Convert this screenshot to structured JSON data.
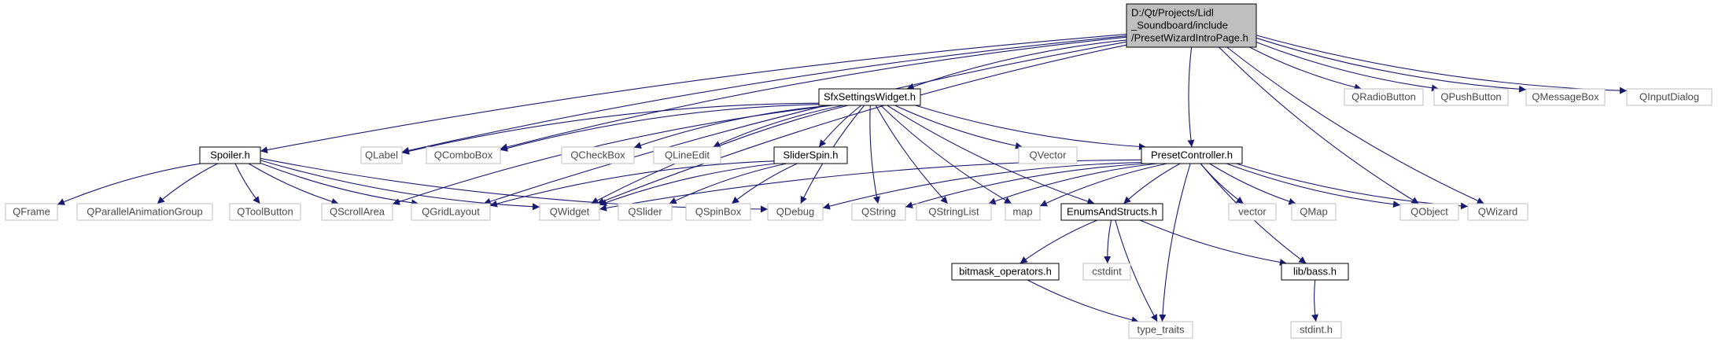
{
  "graph": {
    "nodes": [
      {
        "id": "root",
        "lines": [
          "D:/Qt/Projects/Lidl",
          "_Soundboard/include",
          "/PresetWizardIntroPage.h"
        ],
        "style": "root"
      },
      {
        "id": "spoiler",
        "lines": [
          "Spoiler.h"
        ],
        "style": "local"
      },
      {
        "id": "sfx",
        "lines": [
          "SfxSettingsWidget.h"
        ],
        "style": "local"
      },
      {
        "id": "preset",
        "lines": [
          "PresetController.h"
        ],
        "style": "local"
      },
      {
        "id": "sliderspin",
        "lines": [
          "SliderSpin.h"
        ],
        "style": "local"
      },
      {
        "id": "enums",
        "lines": [
          "EnumsAndStructs.h"
        ],
        "style": "local"
      },
      {
        "id": "bitmask",
        "lines": [
          "bitmask_operators.h"
        ],
        "style": "local"
      },
      {
        "id": "bass",
        "lines": [
          "lib/bass.h"
        ],
        "style": "local"
      },
      {
        "id": "qradio",
        "lines": [
          "QRadioButton"
        ],
        "style": "external"
      },
      {
        "id": "qpush",
        "lines": [
          "QPushButton"
        ],
        "style": "external"
      },
      {
        "id": "qmsg",
        "lines": [
          "QMessageBox"
        ],
        "style": "external"
      },
      {
        "id": "qinput",
        "lines": [
          "QInputDialog"
        ],
        "style": "external"
      },
      {
        "id": "qlabel",
        "lines": [
          "QLabel"
        ],
        "style": "external"
      },
      {
        "id": "qcombo",
        "lines": [
          "QComboBox"
        ],
        "style": "external"
      },
      {
        "id": "qcheck",
        "lines": [
          "QCheckBox"
        ],
        "style": "external"
      },
      {
        "id": "qline",
        "lines": [
          "QLineEdit"
        ],
        "style": "external"
      },
      {
        "id": "qvector",
        "lines": [
          "QVector"
        ],
        "style": "external"
      },
      {
        "id": "qframe",
        "lines": [
          "QFrame"
        ],
        "style": "external"
      },
      {
        "id": "qpag",
        "lines": [
          "QParallelAnimationGroup"
        ],
        "style": "external"
      },
      {
        "id": "qtool",
        "lines": [
          "QToolButton"
        ],
        "style": "external"
      },
      {
        "id": "qscroll",
        "lines": [
          "QScrollArea"
        ],
        "style": "external"
      },
      {
        "id": "qgrid",
        "lines": [
          "QGridLayout"
        ],
        "style": "external"
      },
      {
        "id": "qwidget",
        "lines": [
          "QWidget"
        ],
        "style": "external"
      },
      {
        "id": "qslider",
        "lines": [
          "QSlider"
        ],
        "style": "external"
      },
      {
        "id": "qspin",
        "lines": [
          "QSpinBox"
        ],
        "style": "external"
      },
      {
        "id": "qdebug",
        "lines": [
          "QDebug"
        ],
        "style": "external"
      },
      {
        "id": "qstring",
        "lines": [
          "QString"
        ],
        "style": "external"
      },
      {
        "id": "qstringlist",
        "lines": [
          "QStringList"
        ],
        "style": "external"
      },
      {
        "id": "map",
        "lines": [
          "map"
        ],
        "style": "external"
      },
      {
        "id": "vector",
        "lines": [
          "vector"
        ],
        "style": "external"
      },
      {
        "id": "qmap",
        "lines": [
          "QMap"
        ],
        "style": "external"
      },
      {
        "id": "qobject",
        "lines": [
          "QObject"
        ],
        "style": "external"
      },
      {
        "id": "qwizard",
        "lines": [
          "QWizard"
        ],
        "style": "external"
      },
      {
        "id": "cstdint",
        "lines": [
          "cstdint"
        ],
        "style": "external"
      },
      {
        "id": "typetraits",
        "lines": [
          "type_traits"
        ],
        "style": "external"
      },
      {
        "id": "stdint",
        "lines": [
          "stdint.h"
        ],
        "style": "external"
      }
    ],
    "edges": [
      [
        "root",
        "spoiler"
      ],
      [
        "root",
        "qwidget"
      ],
      [
        "root",
        "qgrid"
      ],
      [
        "root",
        "qlabel"
      ],
      [
        "root",
        "qcombo"
      ],
      [
        "root",
        "sfx"
      ],
      [
        "root",
        "preset"
      ],
      [
        "root",
        "qobject"
      ],
      [
        "root",
        "qwizard"
      ],
      [
        "root",
        "qradio"
      ],
      [
        "root",
        "qpush"
      ],
      [
        "root",
        "qmsg"
      ],
      [
        "root",
        "qinput"
      ],
      [
        "sfx",
        "qlabel"
      ],
      [
        "sfx",
        "qcombo"
      ],
      [
        "sfx",
        "qcheck"
      ],
      [
        "sfx",
        "qline"
      ],
      [
        "sfx",
        "qvector"
      ],
      [
        "sfx",
        "preset"
      ],
      [
        "sfx",
        "sliderspin"
      ],
      [
        "sfx",
        "qscroll"
      ],
      [
        "sfx",
        "qwidget"
      ],
      [
        "sfx",
        "qdebug"
      ],
      [
        "sfx",
        "qstring"
      ],
      [
        "sfx",
        "qstringlist"
      ],
      [
        "sfx",
        "map"
      ],
      [
        "sfx",
        "enums"
      ],
      [
        "spoiler",
        "qframe"
      ],
      [
        "spoiler",
        "qpag"
      ],
      [
        "spoiler",
        "qtool"
      ],
      [
        "spoiler",
        "qscroll"
      ],
      [
        "spoiler",
        "qgrid"
      ],
      [
        "spoiler",
        "qwidget"
      ],
      [
        "spoiler",
        "qdebug"
      ],
      [
        "sliderspin",
        "qgrid"
      ],
      [
        "sliderspin",
        "qwidget"
      ],
      [
        "sliderspin",
        "qslider"
      ],
      [
        "sliderspin",
        "qspin"
      ],
      [
        "preset",
        "qwidget"
      ],
      [
        "preset",
        "qdebug"
      ],
      [
        "preset",
        "qstring"
      ],
      [
        "preset",
        "qstringlist"
      ],
      [
        "preset",
        "map"
      ],
      [
        "preset",
        "enums"
      ],
      [
        "preset",
        "vector"
      ],
      [
        "preset",
        "qmap"
      ],
      [
        "preset",
        "qobject"
      ],
      [
        "preset",
        "qwizard"
      ],
      [
        "preset",
        "bass"
      ],
      [
        "preset",
        "typetraits"
      ],
      [
        "enums",
        "bitmask"
      ],
      [
        "enums",
        "cstdint"
      ],
      [
        "enums",
        "typetraits"
      ],
      [
        "enums",
        "bass"
      ],
      [
        "bitmask",
        "typetraits"
      ],
      [
        "bass",
        "stdint"
      ]
    ]
  },
  "colors": {
    "edge": "#191970",
    "root_fill": "#bfbfbf",
    "local_border": "#000000",
    "external_border": "#bfbfbf",
    "external_text": "#4a4a4a"
  }
}
